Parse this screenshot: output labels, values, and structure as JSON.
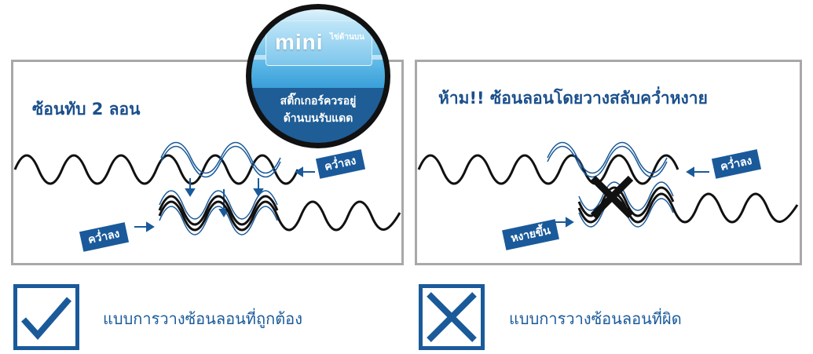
{
  "left_panel": {
    "title": "ซ้อนทับ 2 ลอน",
    "tag_upper": "คว่ำลง",
    "tag_lower": "คว่ำลง"
  },
  "right_panel": {
    "title": "ห้าม!! ซ้อนลอนโดยวางสลับคว่ำหงาย",
    "tag_upper": "คว่ำลง",
    "tag_lower": "หงายขึ้น"
  },
  "badge": {
    "product_word": "mini",
    "product_side_text": "ไข่ด้านบน",
    "line1": "สติ๊กเกอร์ควรอยู่",
    "line2": "ด้านบนรับแดด"
  },
  "legend": {
    "correct_text": "แบบการวางซ้อนลอนที่ถูกต้อง",
    "wrong_text": "แบบการวางซ้อนลอนที่ผิด"
  },
  "colors": {
    "accent": "#1a5a9a",
    "title": "#1a4f8c",
    "border": "#a8a8a8",
    "wave": "#111111"
  }
}
